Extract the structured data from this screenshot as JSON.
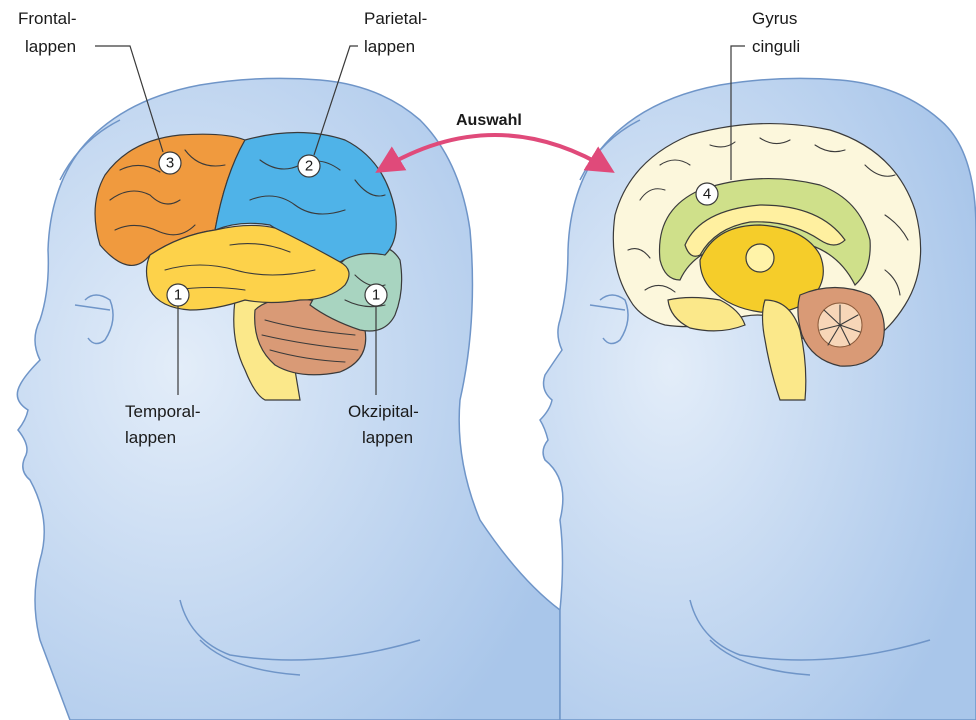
{
  "labels": {
    "frontal": [
      "Frontal-",
      "lappen"
    ],
    "parietal": [
      "Parietal-",
      "lappen"
    ],
    "temporal": [
      "Temporal-",
      "lappen"
    ],
    "occipital": [
      "Okzipital-",
      "lappen"
    ],
    "cingulate": [
      "Gyrus",
      "cinguli"
    ],
    "arrow": "Auswahl"
  },
  "markers": {
    "frontal": "3",
    "parietal": "2",
    "temporal": "1",
    "occipital": "1",
    "cingulate": "4"
  },
  "colors": {
    "head_fill": "#b8d0ee",
    "head_fill_light": "#dbe8f7",
    "head_outline": "#6f95c8",
    "frontal": "#f09a3e",
    "parietal": "#4fb3e8",
    "temporal": "#fdd24a",
    "occipital": "#a8d4c0",
    "cerebellum": "#d99a76",
    "brainstem": "#fbe88a",
    "cortex_medial": "#fcf7dc",
    "cingulate": "#cfe08a",
    "corpus_callosum": "#fff0a0",
    "deep_structures": "#f5cd2a",
    "arrow": "#e04a7a"
  }
}
